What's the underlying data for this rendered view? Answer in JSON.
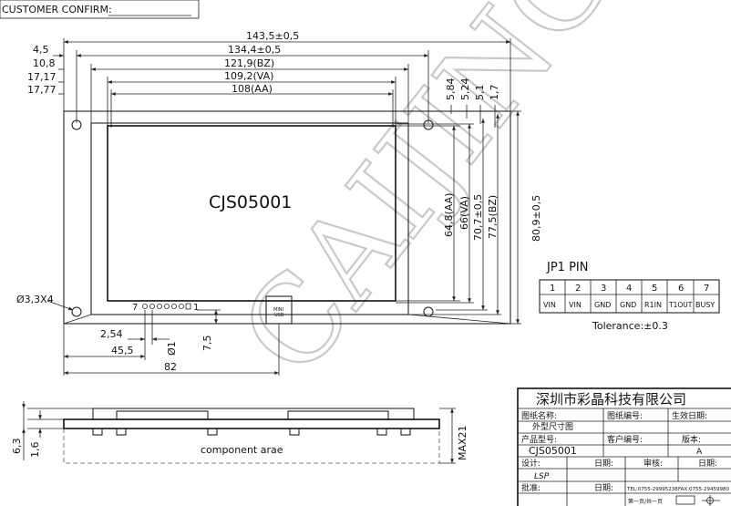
{
  "header": {
    "customer_confirm": "CUSTOMER CONFIRM:"
  },
  "watermark": "CAIJING",
  "model_label": "CJS05001",
  "usb_label": {
    "line1": "MINI",
    "line2": "USB"
  },
  "dimensions": {
    "top": [
      "143,5±0,5",
      "134,4±0,5",
      "121,9(BZ)",
      "109,2(VA)",
      "108(AA)"
    ],
    "left_offsets": [
      "4,5",
      "10,8",
      "17,17",
      "17,77"
    ],
    "top_right": [
      "5,84",
      "5,24",
      "5,1",
      "1,7"
    ],
    "vertical": [
      "64,8(AA)",
      "66(VA)",
      "70,7±0,5",
      "77,5(BZ)",
      "80,9±0,5"
    ],
    "hole": "Ø3,3X4",
    "pin_pitch": "2,54",
    "pin_dia": "Ø1",
    "pin_from_bottom": "7,5",
    "pin_from_left": "45,5",
    "usb_from_left": "82",
    "side_h1": "6,3",
    "side_h2": "1,6",
    "side_max": "MAX21"
  },
  "pin_labels": {
    "first": "7",
    "last": "1"
  },
  "component_area": "component arae",
  "jp1": {
    "title": "JP1 PIN",
    "numbers": [
      "1",
      "2",
      "3",
      "4",
      "5",
      "6",
      "7"
    ],
    "names": [
      "VIN",
      "VIN",
      "GND",
      "GND",
      "R1IN",
      "T1OUT",
      "BUSY"
    ],
    "tolerance": "Tolerance:±0.3"
  },
  "title_block": {
    "company": "深圳市彩晶科技有限公司",
    "drawing_name_label": "图纸名称:",
    "drawing_no_label": "图纸编号:",
    "date_label": "生效日期:",
    "drawing_name": "外型尺寸图",
    "product_model_label": "产品型号:",
    "customer_no_label": "客户编号:",
    "version_label": "版本:",
    "product_model": "CJS05001",
    "version": "A",
    "design_label": "设计:",
    "design_date_label": "日期:",
    "review_label": "审核:",
    "review_date_label": "日期:",
    "designer": "LSP",
    "approve_label": "批准:",
    "approve_date_label": "日期:",
    "tel": "TEL:0755-29995238",
    "fax": "FAX:0755-29459980",
    "page": "第一页/共一页"
  }
}
